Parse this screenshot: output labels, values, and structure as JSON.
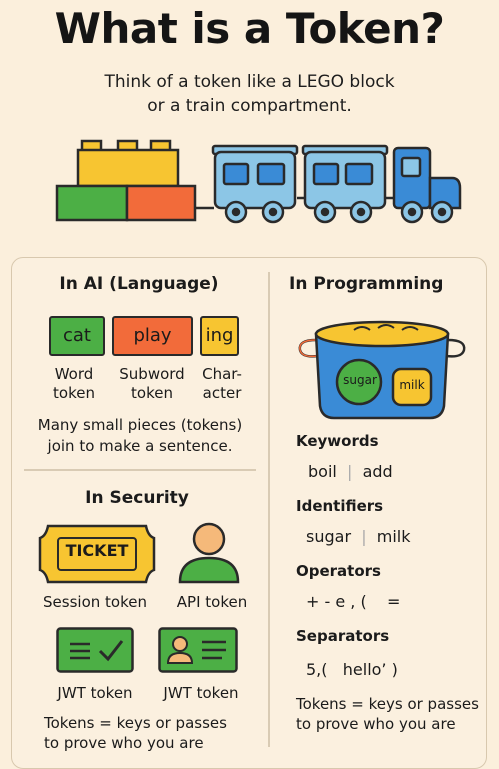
{
  "title": "What is a Token?",
  "subtitle": [
    "Think of a token like a LEGO block",
    "or a train compartment."
  ],
  "ai": {
    "heading": "In AI (Language)",
    "tokens": [
      {
        "text": "cat",
        "color": "#4caf45",
        "label1": "Word",
        "label2": "token"
      },
      {
        "text": "play",
        "color": "#f26b3a",
        "label1": "Subword",
        "label2": "token"
      },
      {
        "text": "ing",
        "color": "#f7c531",
        "label1": "Char-",
        "label2": "acter"
      }
    ],
    "note1": "Many small pieces (tokens)",
    "note2": "join to make a sentence."
  },
  "security": {
    "heading": "In Security",
    "ticket_text": "TICKET",
    "session_label": "Session token",
    "api_label": "API token",
    "jwt1_label": "JWT token",
    "jwt2_label": "JWT token",
    "note1": "Tokens = keys or passes",
    "note2": "to prove who you are"
  },
  "programming": {
    "heading": "In Programming",
    "pot_labels": [
      "sugar",
      "milk"
    ],
    "keywords_h": "Keywords",
    "keywords": [
      "boil",
      "add"
    ],
    "identifiers_h": "Identifiers",
    "identifiers": [
      "sugar",
      "milk"
    ],
    "operators_h": "Operators",
    "operators": "+ - e , (    =",
    "separators_h": "Separators",
    "separators": "5,(   hello’ )",
    "note1": "Tokens = keys or passes",
    "note2": "to prove who you are"
  },
  "colors": {
    "background": "#fbefdc",
    "green": "#4caf45",
    "orange": "#f26b3a",
    "yellow": "#f7c531",
    "train_blue": "#8cc6e6",
    "pot_blue": "#3a8bd6"
  }
}
